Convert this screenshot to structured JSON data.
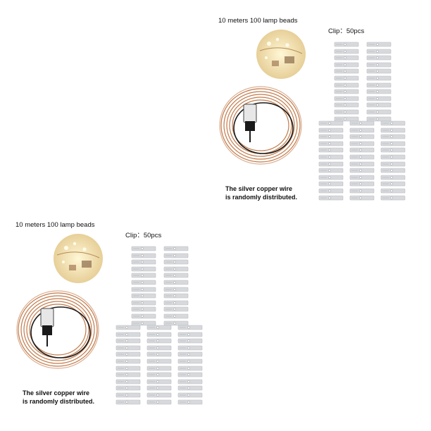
{
  "panels": [
    {
      "title": "10 meters 100 lamp beads",
      "clip_label": "Clip：50pcs",
      "caption_line1": "The silver copper wire",
      "caption_line2": "is randomly distributed."
    },
    {
      "title": "10 meters 100 lamp beads",
      "clip_label": "Clip：50pcs",
      "caption_line1": "The silver copper wire",
      "caption_line2": "is randomly distributed."
    }
  ],
  "colors": {
    "copper_wire": "#c27a4a",
    "usb_body": "#1a1a1a",
    "clip_silver": "#d7d9dc",
    "photo_warm": "#f3e2b8"
  }
}
